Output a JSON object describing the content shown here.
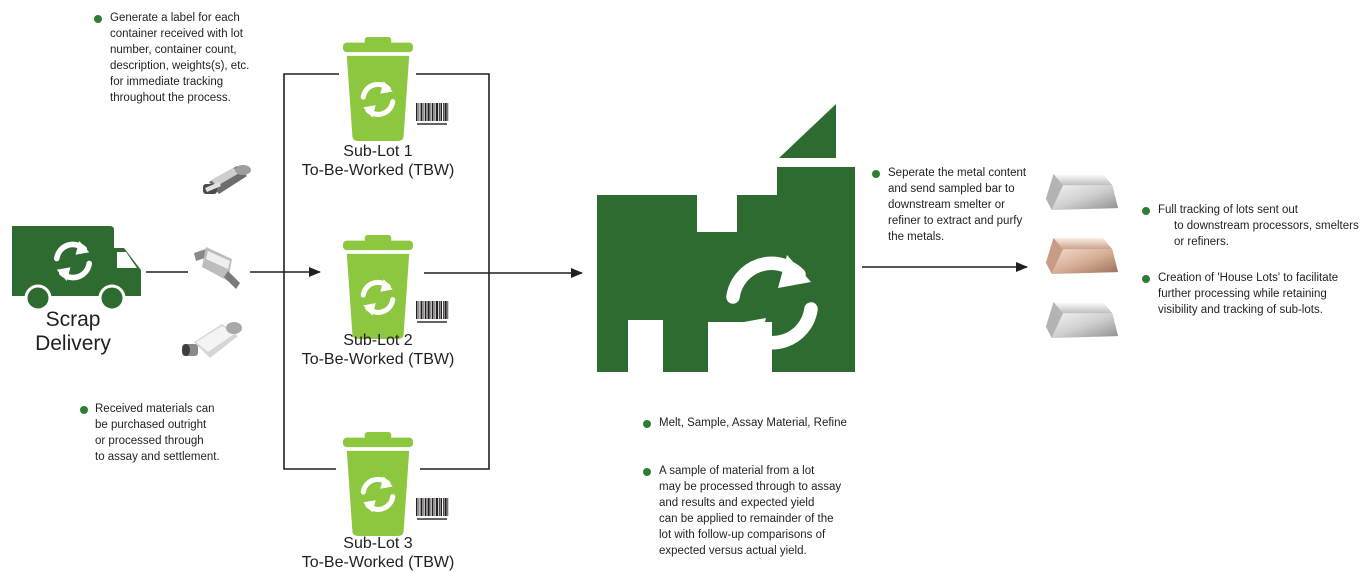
{
  "colors": {
    "dark_green": "#2e6b30",
    "light_green": "#8dc63f",
    "bullet_green": "#2e7d32",
    "line": "#231f20"
  },
  "icons": [
    "truck-icon",
    "recycle-icon",
    "recycle-bin-icon",
    "barcode-icon",
    "catalytic-converter-icon",
    "factory-icon",
    "metal-bar-icon"
  ],
  "scrap": {
    "title_line1": "Scrap",
    "title_line2": "Delivery",
    "note_lines": [
      "Received materials can",
      "be purchased outright",
      "or processed through",
      "to assay and settlement."
    ]
  },
  "top_note": {
    "lines": [
      "Generate a label for each",
      "container received with lot",
      "number, container count,",
      "description, weights(s), etc.",
      "for immediate tracking",
      "throughout the process."
    ]
  },
  "sublots": [
    {
      "name": "Sub-Lot 1",
      "tag": "To-Be-Worked (TBW)"
    },
    {
      "name": "Sub-Lot 2",
      "tag": "To-Be-Worked (TBW)"
    },
    {
      "name": "Sub-Lot 3",
      "tag": "To-Be-Worked (TBW)"
    }
  ],
  "factory_notes": {
    "note1": "Melt, Sample, Assay Material, Refine",
    "note2_lines": [
      "A sample of material from a lot",
      "may be processed through to assay",
      "and results and expected yield",
      "can be applied to remainder of the",
      "lot with follow-up comparisons of",
      "expected versus actual yield."
    ]
  },
  "separate_note": {
    "lines": [
      "Seperate the metal content",
      "and send sampled bar to",
      "downstream smelter or",
      "refiner to extract and purfy",
      "the metals."
    ]
  },
  "right_notes": {
    "note1_lines": [
      "Full tracking of lots sent out",
      "to downstream processors, smelters",
      "or refiners."
    ],
    "note2_lines": [
      "Creation of 'House Lots' to facilitate",
      "further processing while retaining",
      "visibility and tracking of sub-lots."
    ]
  }
}
